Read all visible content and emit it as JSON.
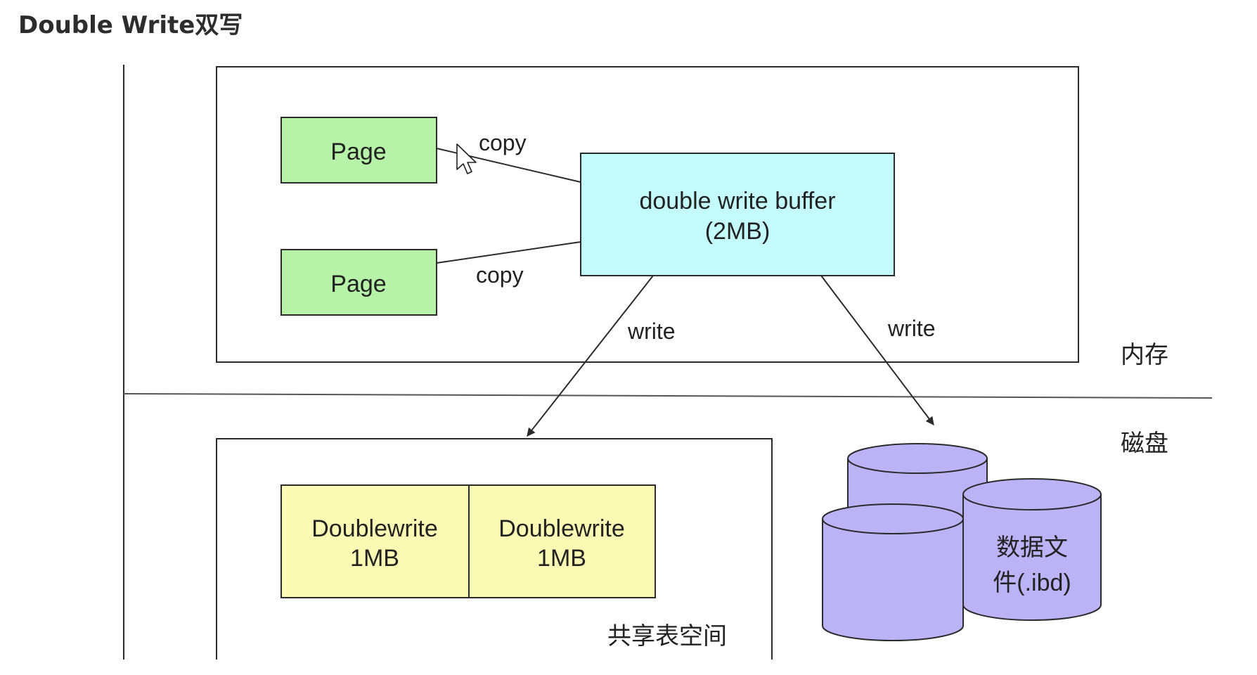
{
  "title": "Double Write双写",
  "page_box_1": "Page",
  "page_box_2": "Page",
  "copy_label_1": "copy",
  "copy_label_2": "copy",
  "buffer": {
    "line1": "double write buffer",
    "line2": "(2MB)"
  },
  "write_label_1": "write",
  "write_label_2": "write",
  "memory_label": "内存",
  "disk_label": "磁盘",
  "doublewrite_1": {
    "line1": "Doublewrite",
    "line2": "1MB"
  },
  "doublewrite_2": {
    "line1": "Doublewrite",
    "line2": "1MB"
  },
  "shared_tablespace_label": "共享表空间",
  "datafile": {
    "line1": "数据文",
    "line2": "件(.ibd)"
  },
  "colors": {
    "page_fill": "#b6f2a7",
    "buffer_fill": "#c4fcfd",
    "doublewrite_fill": "#fafab4",
    "cylinder_fill": "#bcb3f7",
    "stroke": "#2b2b2b"
  }
}
